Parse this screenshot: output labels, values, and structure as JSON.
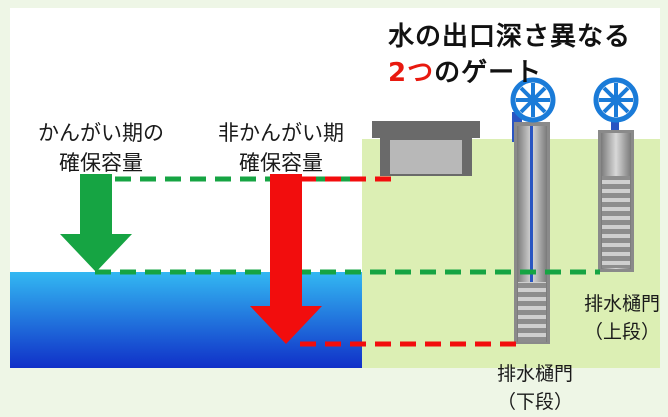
{
  "title": {
    "line1": "水の出口深さ異なる",
    "line2_highlight": "2つ",
    "line2_rest": "のゲート"
  },
  "labels": {
    "irrigation_capacity": [
      "かんがい期の",
      "確保容量"
    ],
    "non_irrigation_capacity": [
      "非かんがい期",
      "確保容量"
    ],
    "upper_gate": [
      "排水樋門",
      "（上段）"
    ],
    "lower_gate": [
      "排水樋門",
      "（下段）"
    ]
  },
  "colors": {
    "background": "#eef6e6",
    "land": "#dcefb4",
    "water_top": "#33b8f2",
    "water_bottom": "#1030c8",
    "green_arrow": "#16a443",
    "red_arrow": "#f20d0d",
    "title_accent": "#e8190f",
    "wheel": "#1a7bd8"
  },
  "icons": [
    "valve-wheel-icon",
    "valve-wheel-icon"
  ]
}
